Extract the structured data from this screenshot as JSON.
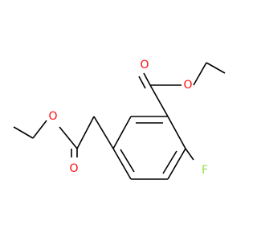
{
  "molecule": {
    "atoms": {
      "ester_carbonyl_o": {
        "label": "O",
        "color": "#ff0d0d"
      },
      "ester_ether_o": {
        "label": "O",
        "color": "#ff0d0d"
      },
      "side_ether_o": {
        "label": "O",
        "color": "#ff0d0d"
      },
      "side_carbonyl_o": {
        "label": "O",
        "color": "#ff0d0d"
      },
      "fluorine": {
        "label": "F",
        "color": "#90e050"
      }
    },
    "bond_color": "#000000"
  }
}
